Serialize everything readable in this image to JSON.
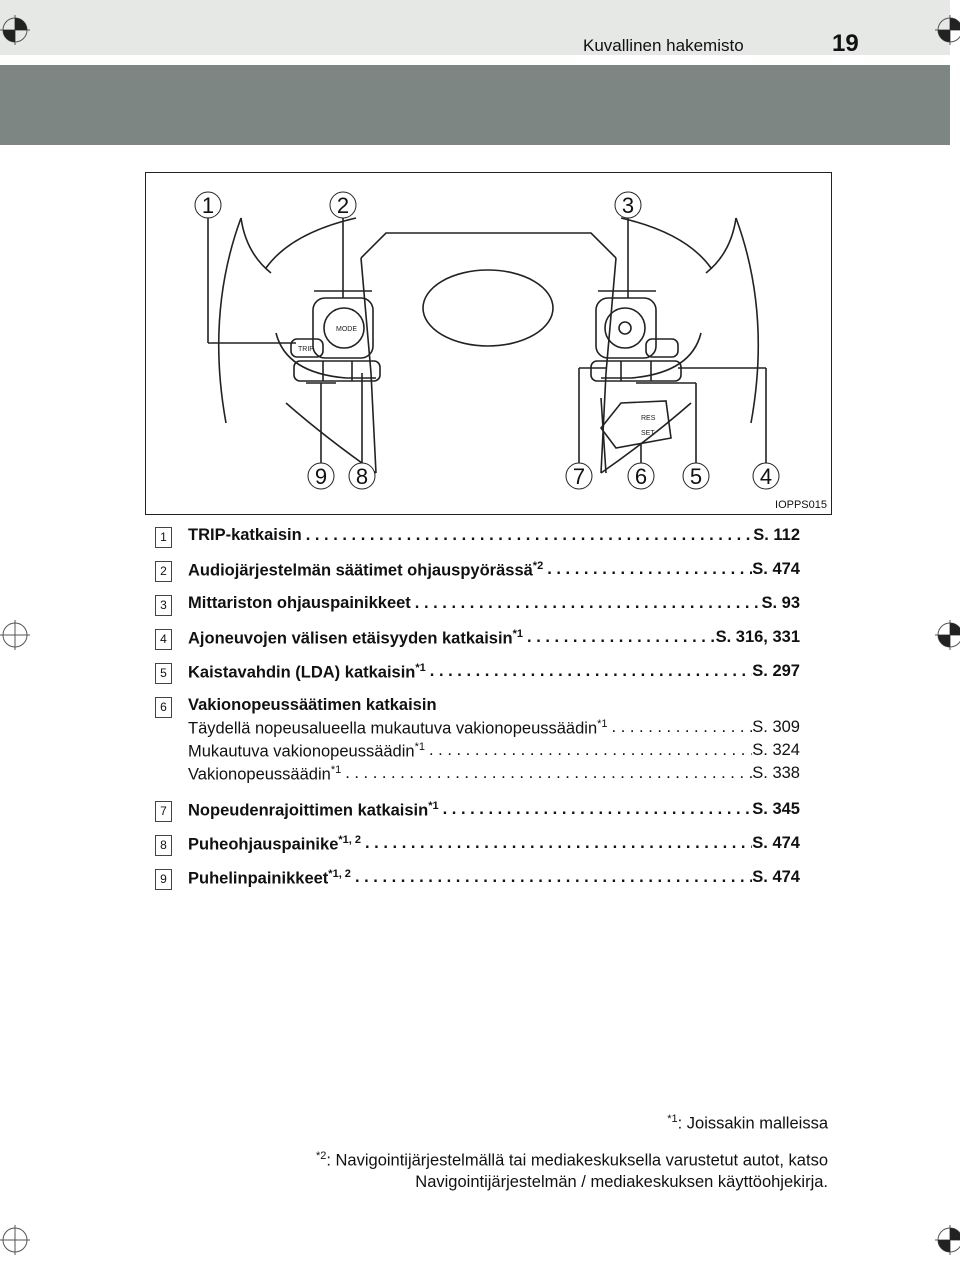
{
  "header": {
    "title": "Kuvallinen hakemisto",
    "page_number": "19"
  },
  "figure": {
    "code": "IOPPS015",
    "callouts": [
      "1",
      "2",
      "3",
      "4",
      "5",
      "6",
      "7",
      "8",
      "9"
    ],
    "button_labels": {
      "trip": "TRIP",
      "mode": "MODE",
      "res": "RES",
      "set": "SET"
    }
  },
  "items": [
    {
      "num": "1",
      "label": "TRIP-katkaisin",
      "sup": "",
      "ref": "S. 112"
    },
    {
      "num": "2",
      "label": "Audiojärjestelmän säätimet ohjauspyörässä",
      "sup": "*2",
      "ref": "S. 474"
    },
    {
      "num": "3",
      "label": "Mittariston ohjauspainikkeet",
      "sup": "",
      "ref": "S. 93"
    },
    {
      "num": "4",
      "label": "Ajoneuvojen välisen etäisyyden katkaisin",
      "sup": "*1",
      "ref": "S. 316, 331"
    },
    {
      "num": "5",
      "label": "Kaistavahdin (LDA) katkaisin",
      "sup": "*1",
      "ref": "S. 297"
    },
    {
      "num": "6",
      "label": "Vakionopeussäätimen katkaisin",
      "subitems": [
        {
          "label": "Täydellä nopeusalueella mukautuva vakionopeussäädin",
          "sup": "*1",
          "ref": "S. 309"
        },
        {
          "label": "Mukautuva vakionopeussäädin",
          "sup": "*1",
          "ref": "S. 324"
        },
        {
          "label": "Vakionopeussäädin",
          "sup": "*1",
          "ref": "S. 338"
        }
      ]
    },
    {
      "num": "7",
      "label": "Nopeudenrajoittimen katkaisin",
      "sup": "*1",
      "ref": "S. 345"
    },
    {
      "num": "8",
      "label": "Puheohjauspainike",
      "sup": "*1, 2",
      "ref": "S. 474"
    },
    {
      "num": "9",
      "label": "Puhelinpainikkeet",
      "sup": "*1, 2",
      "ref": "S. 474"
    }
  ],
  "footnotes": {
    "fn1_mark": "*1",
    "fn1_text": ": Joissakin malleissa",
    "fn2_mark": "*2",
    "fn2_line1": ": Navigointijärjestelmällä tai mediakeskuksella varustetut autot, katso",
    "fn2_line2": "Navigointijärjestelmän / mediakeskuksen käyttöohjekirja."
  }
}
